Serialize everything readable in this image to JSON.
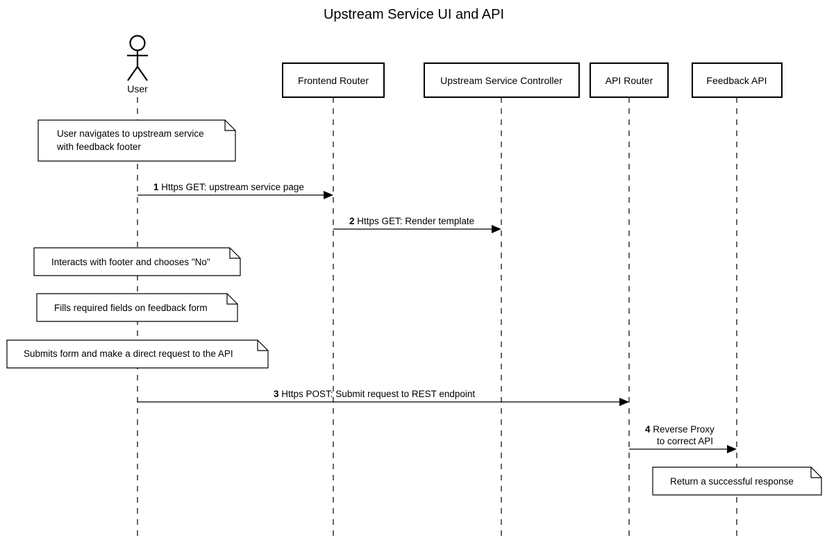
{
  "title": "Upstream Service UI and API",
  "actor": {
    "id": "user",
    "label": "User",
    "icon": "stick-figure-icon"
  },
  "participants": [
    {
      "id": "frontend-router",
      "label": "Frontend Router"
    },
    {
      "id": "upstream-service-controller",
      "label": "Upstream Service Controller"
    },
    {
      "id": "api-router",
      "label": "API Router"
    },
    {
      "id": "feedback-api",
      "label": "Feedback API"
    }
  ],
  "notes": [
    {
      "id": "note-navigate",
      "over": "user",
      "lines": [
        "User navigates to upstream service",
        "with feedback footer"
      ]
    },
    {
      "id": "note-interacts",
      "over": "user",
      "lines": [
        "Interacts with footer and chooses \"No\""
      ]
    },
    {
      "id": "note-fills",
      "over": "user",
      "lines": [
        "Fills required fields on feedback form"
      ]
    },
    {
      "id": "note-submits",
      "over": "user",
      "lines": [
        "Submits form and make a direct request to the API"
      ]
    },
    {
      "id": "note-return",
      "over": "feedback-api",
      "lines": [
        "Return a successful response"
      ]
    }
  ],
  "messages": [
    {
      "num": "1",
      "from": "user",
      "to": "frontend-router",
      "lines": [
        "Https GET: upstream service page"
      ]
    },
    {
      "num": "2",
      "from": "frontend-router",
      "to": "upstream-service-controller",
      "lines": [
        "Https GET: Render template"
      ]
    },
    {
      "num": "3",
      "from": "user",
      "to": "api-router",
      "lines": [
        "Https POST: Submit request to REST endpoint"
      ]
    },
    {
      "num": "4",
      "from": "api-router",
      "to": "feedback-api",
      "lines": [
        "Reverse Proxy",
        "to correct API"
      ]
    }
  ],
  "colors": {
    "line": "#000000",
    "background": "#ffffff"
  }
}
